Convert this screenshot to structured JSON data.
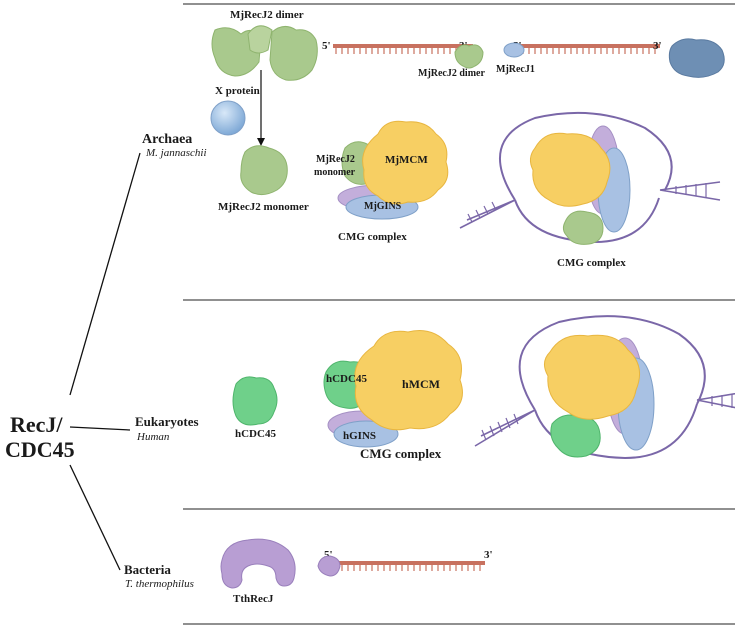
{
  "root": {
    "line1": "RecJ/",
    "line2": "CDC45"
  },
  "branches": {
    "archaea": {
      "name": "Archaea",
      "species": "M. jannaschii"
    },
    "eukaryotes": {
      "name": "Eukaryotes",
      "species": "Human"
    },
    "bacteria": {
      "name": "Bacteria",
      "species": "T. thermophilus"
    }
  },
  "archaea_panel": {
    "dimer": "MjRecJ2 dimer",
    "x_protein": "X protein",
    "monomer": "MjRecJ2 monomer",
    "dna_left_5": "5'",
    "dna_left_3": "3'",
    "dimer_on_dna": "MjRecJ2 dimer",
    "dna_right_5": "5'",
    "dna_right_3": "3'",
    "recj1": "MjRecJ1",
    "cmg_monomer_l1": "MjRecJ2",
    "cmg_monomer_l2": "monomer",
    "mcm": "MjMCM",
    "gins": "MjGINS",
    "cmg1": "CMG complex",
    "cmg2": "CMG complex"
  },
  "eukaryote_panel": {
    "cdc45": "hCDC45",
    "cdc45_cmg": "hCDC45",
    "mcm": "hMCM",
    "gins": "hGINS",
    "cmg": "CMG complex"
  },
  "bacteria_panel": {
    "recj": "TthRecJ",
    "dna_5": "5'",
    "dna_3": "3'"
  },
  "colors": {
    "recj2_green": "#a9c98d",
    "cdc45_green": "#6fd08a",
    "mcm_yellow": "#f7cf63",
    "gins_blue": "#a8c1e3",
    "gins_purple": "#c3aedb",
    "recj1_blue": "#6e8fb4",
    "x_protein_blue": "#9fc2e6",
    "dna_red": "#c8715f",
    "bubble_purple": "#7a67a8",
    "tthrecj_purple": "#b89ed3"
  }
}
